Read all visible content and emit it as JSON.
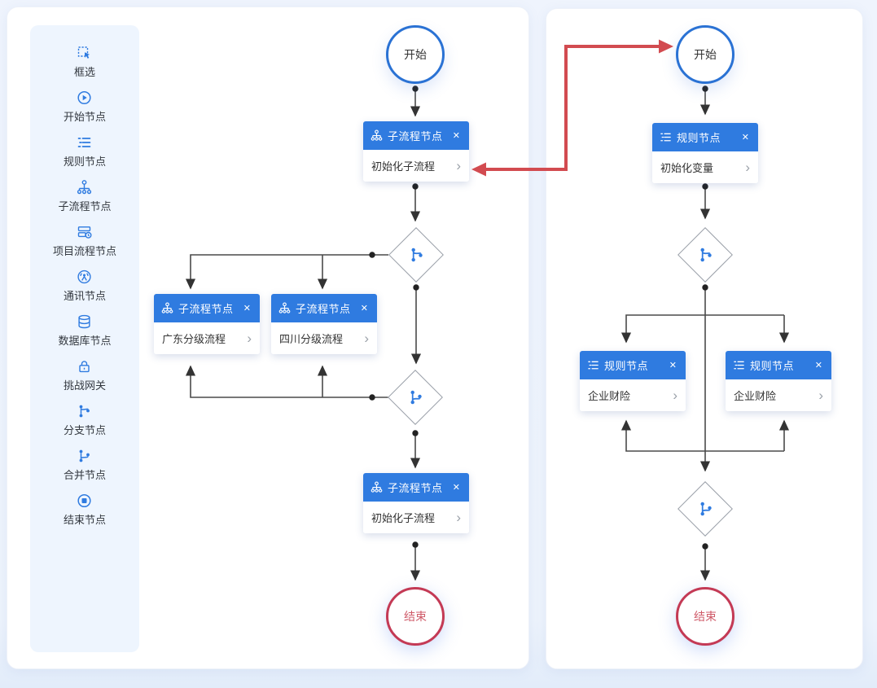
{
  "glyphs": {
    "close": "✕",
    "chevron": "›"
  },
  "colors": {
    "node_header": "#2f7be0",
    "palette_icon": "#2f7be0",
    "start_border": "#2a72d4",
    "end_border": "#c43a55",
    "edge": "#3a3a3a",
    "highlight_arrow": "#d24b50",
    "palette_bg": "#eef5fe"
  },
  "palette": {
    "items": [
      {
        "label": "框选",
        "icon": "marquee-select-icon"
      },
      {
        "label": "开始节点",
        "icon": "start-node-icon"
      },
      {
        "label": "规则节点",
        "icon": "rule-node-icon"
      },
      {
        "label": "子流程节点",
        "icon": "subprocess-node-icon"
      },
      {
        "label": "项目流程节点",
        "icon": "project-flow-node-icon"
      },
      {
        "label": "通讯节点",
        "icon": "communication-node-icon"
      },
      {
        "label": "数据库节点",
        "icon": "database-node-icon"
      },
      {
        "label": "挑战网关",
        "icon": "challenge-gateway-icon"
      },
      {
        "label": "分支节点",
        "icon": "branch-node-icon"
      },
      {
        "label": "合并节点",
        "icon": "merge-node-icon"
      },
      {
        "label": "结束节点",
        "icon": "end-node-icon"
      }
    ]
  },
  "left_canvas": {
    "start": "开始",
    "end": "结束",
    "subprocess_top": {
      "title": "子流程节点",
      "body": "初始化子流程"
    },
    "subprocess_guangdong": {
      "title": "子流程节点",
      "body": "广东分级流程"
    },
    "subprocess_sichuan": {
      "title": "子流程节点",
      "body": "四川分级流程"
    },
    "subprocess_bottom": {
      "title": "子流程节点",
      "body": "初始化子流程"
    }
  },
  "right_canvas": {
    "start": "开始",
    "end": "结束",
    "rule_top": {
      "title": "规则节点",
      "body": "初始化变量"
    },
    "rule_left": {
      "title": "规则节点",
      "body": "企业财险"
    },
    "rule_right": {
      "title": "规则节点",
      "body": "企业财险"
    }
  }
}
